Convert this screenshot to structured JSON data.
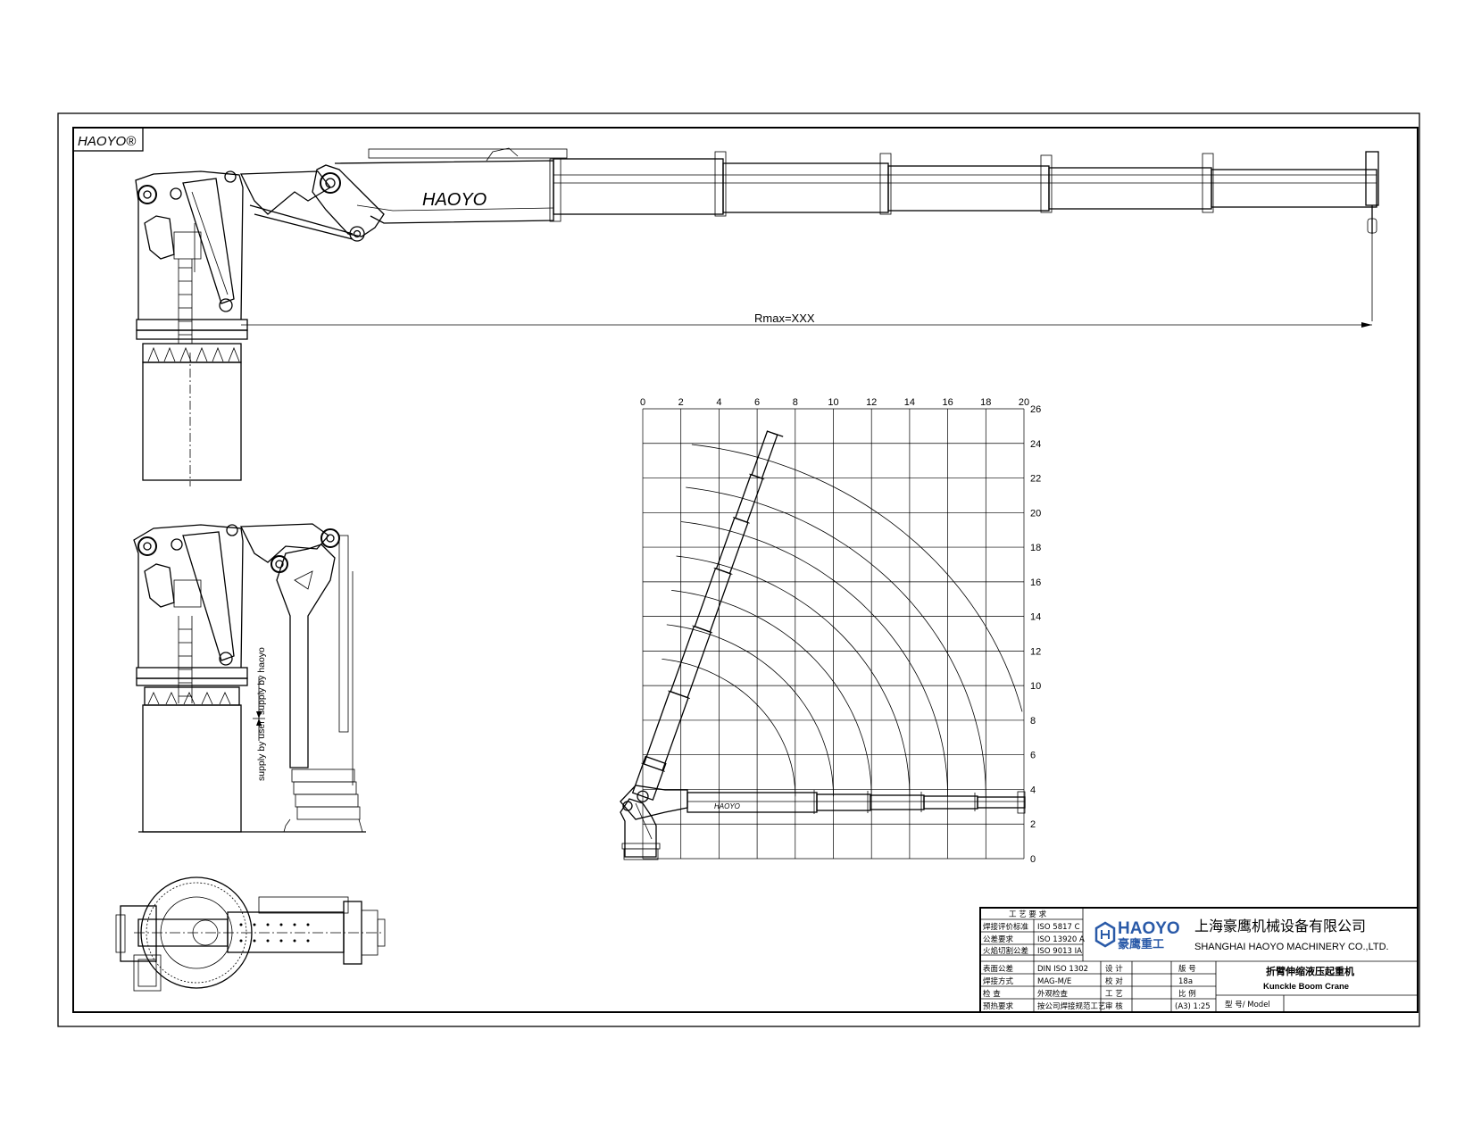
{
  "header": {
    "logo_mark": "HAOYO®"
  },
  "side_view": {
    "boom_brand": "HAOYO",
    "reach_label": "Rmax=XXX"
  },
  "folded_view": {
    "supply_user": "supply by user",
    "supply_haoyo": "supply by haoyo"
  },
  "chart_data": {
    "type": "diagram",
    "x_ticks": [
      0,
      2,
      4,
      6,
      8,
      10,
      12,
      14,
      16,
      18,
      20
    ],
    "y_ticks": [
      0,
      2,
      4,
      6,
      8,
      10,
      12,
      14,
      16,
      18,
      20,
      22,
      24,
      26
    ],
    "xlim": [
      0,
      20
    ],
    "ylim": [
      0,
      26
    ],
    "grid": true,
    "pivot": [
      0,
      3.6
    ],
    "arc_radii": [
      8,
      10,
      12,
      14,
      16,
      18,
      20.5
    ],
    "boom_tip": [
      6.8,
      24.6
    ],
    "boom_brand": "HAOYO"
  },
  "title_block": {
    "spec_header": "工 艺 要 求",
    "spec_rows": [
      {
        "label": "焊接评价标准",
        "value": "ISO 5817 C"
      },
      {
        "label": "公差要求",
        "value": "ISO 13920 A"
      },
      {
        "label": "火焰切割公差",
        "value": "ISO 9013 IA"
      },
      {
        "label": "表面公差",
        "value": "DIN ISO 1302"
      },
      {
        "label": "焊接方式",
        "value": "MAG-M/E"
      },
      {
        "label": "检 查",
        "value": "外观检查"
      },
      {
        "label": "预热要求",
        "value": "按公司焊接规范工艺"
      }
    ],
    "sign_labels": [
      "设 计",
      "校 对",
      "工 艺",
      "审 核"
    ],
    "info_labels": [
      "版 号",
      "18a",
      "比 例",
      "(A3) 1:25"
    ],
    "company_logo": "HAOYO",
    "company_logo_cn": "豪鹰重工",
    "company_cn": "上海豪鹰机械设备有限公司",
    "company_en": "SHANGHAI HAOYO MACHINERY CO.,LTD.",
    "product_cn": "折臂伸缩液压起重机",
    "product_en": "Kunckle Boom Crane",
    "model_label": "型 号/ Model"
  }
}
